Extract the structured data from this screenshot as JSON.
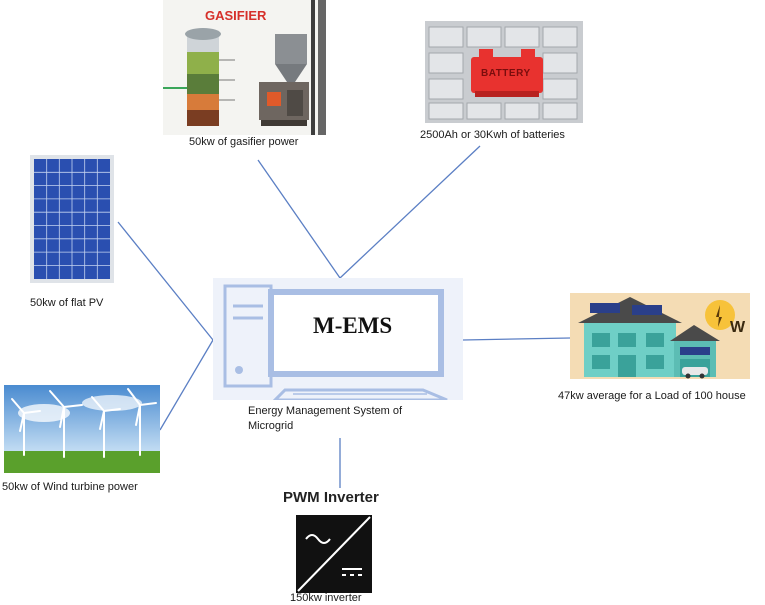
{
  "diagram": {
    "center": {
      "screen_text": "M-EMS",
      "caption_line1": "Energy Management System of",
      "caption_line2": "Microgrid"
    },
    "nodes": {
      "gasifier": {
        "title": "GASIFIER",
        "caption": "50kw of gasifier power"
      },
      "batteries": {
        "badge": "BATTERY",
        "caption": "2500Ah or 30Kwh of batteries"
      },
      "pv": {
        "caption": "50kw of flat PV"
      },
      "wind": {
        "caption": "50kw of Wind turbine  power"
      },
      "load": {
        "badge": "W",
        "caption": "47kw average for a Load of 100 house"
      },
      "inverter": {
        "title": "PWM Inverter",
        "caption": "150kw inverter"
      }
    }
  },
  "colors": {
    "connector": "#5b7fc4",
    "ems_frame": "#a9bee4",
    "ems_bg": "#eef2fa",
    "battery_red": "#e8322f",
    "pv_blue": "#2a4fb0",
    "house_teal": "#6fcfc6",
    "inverter_bg": "#111111"
  }
}
